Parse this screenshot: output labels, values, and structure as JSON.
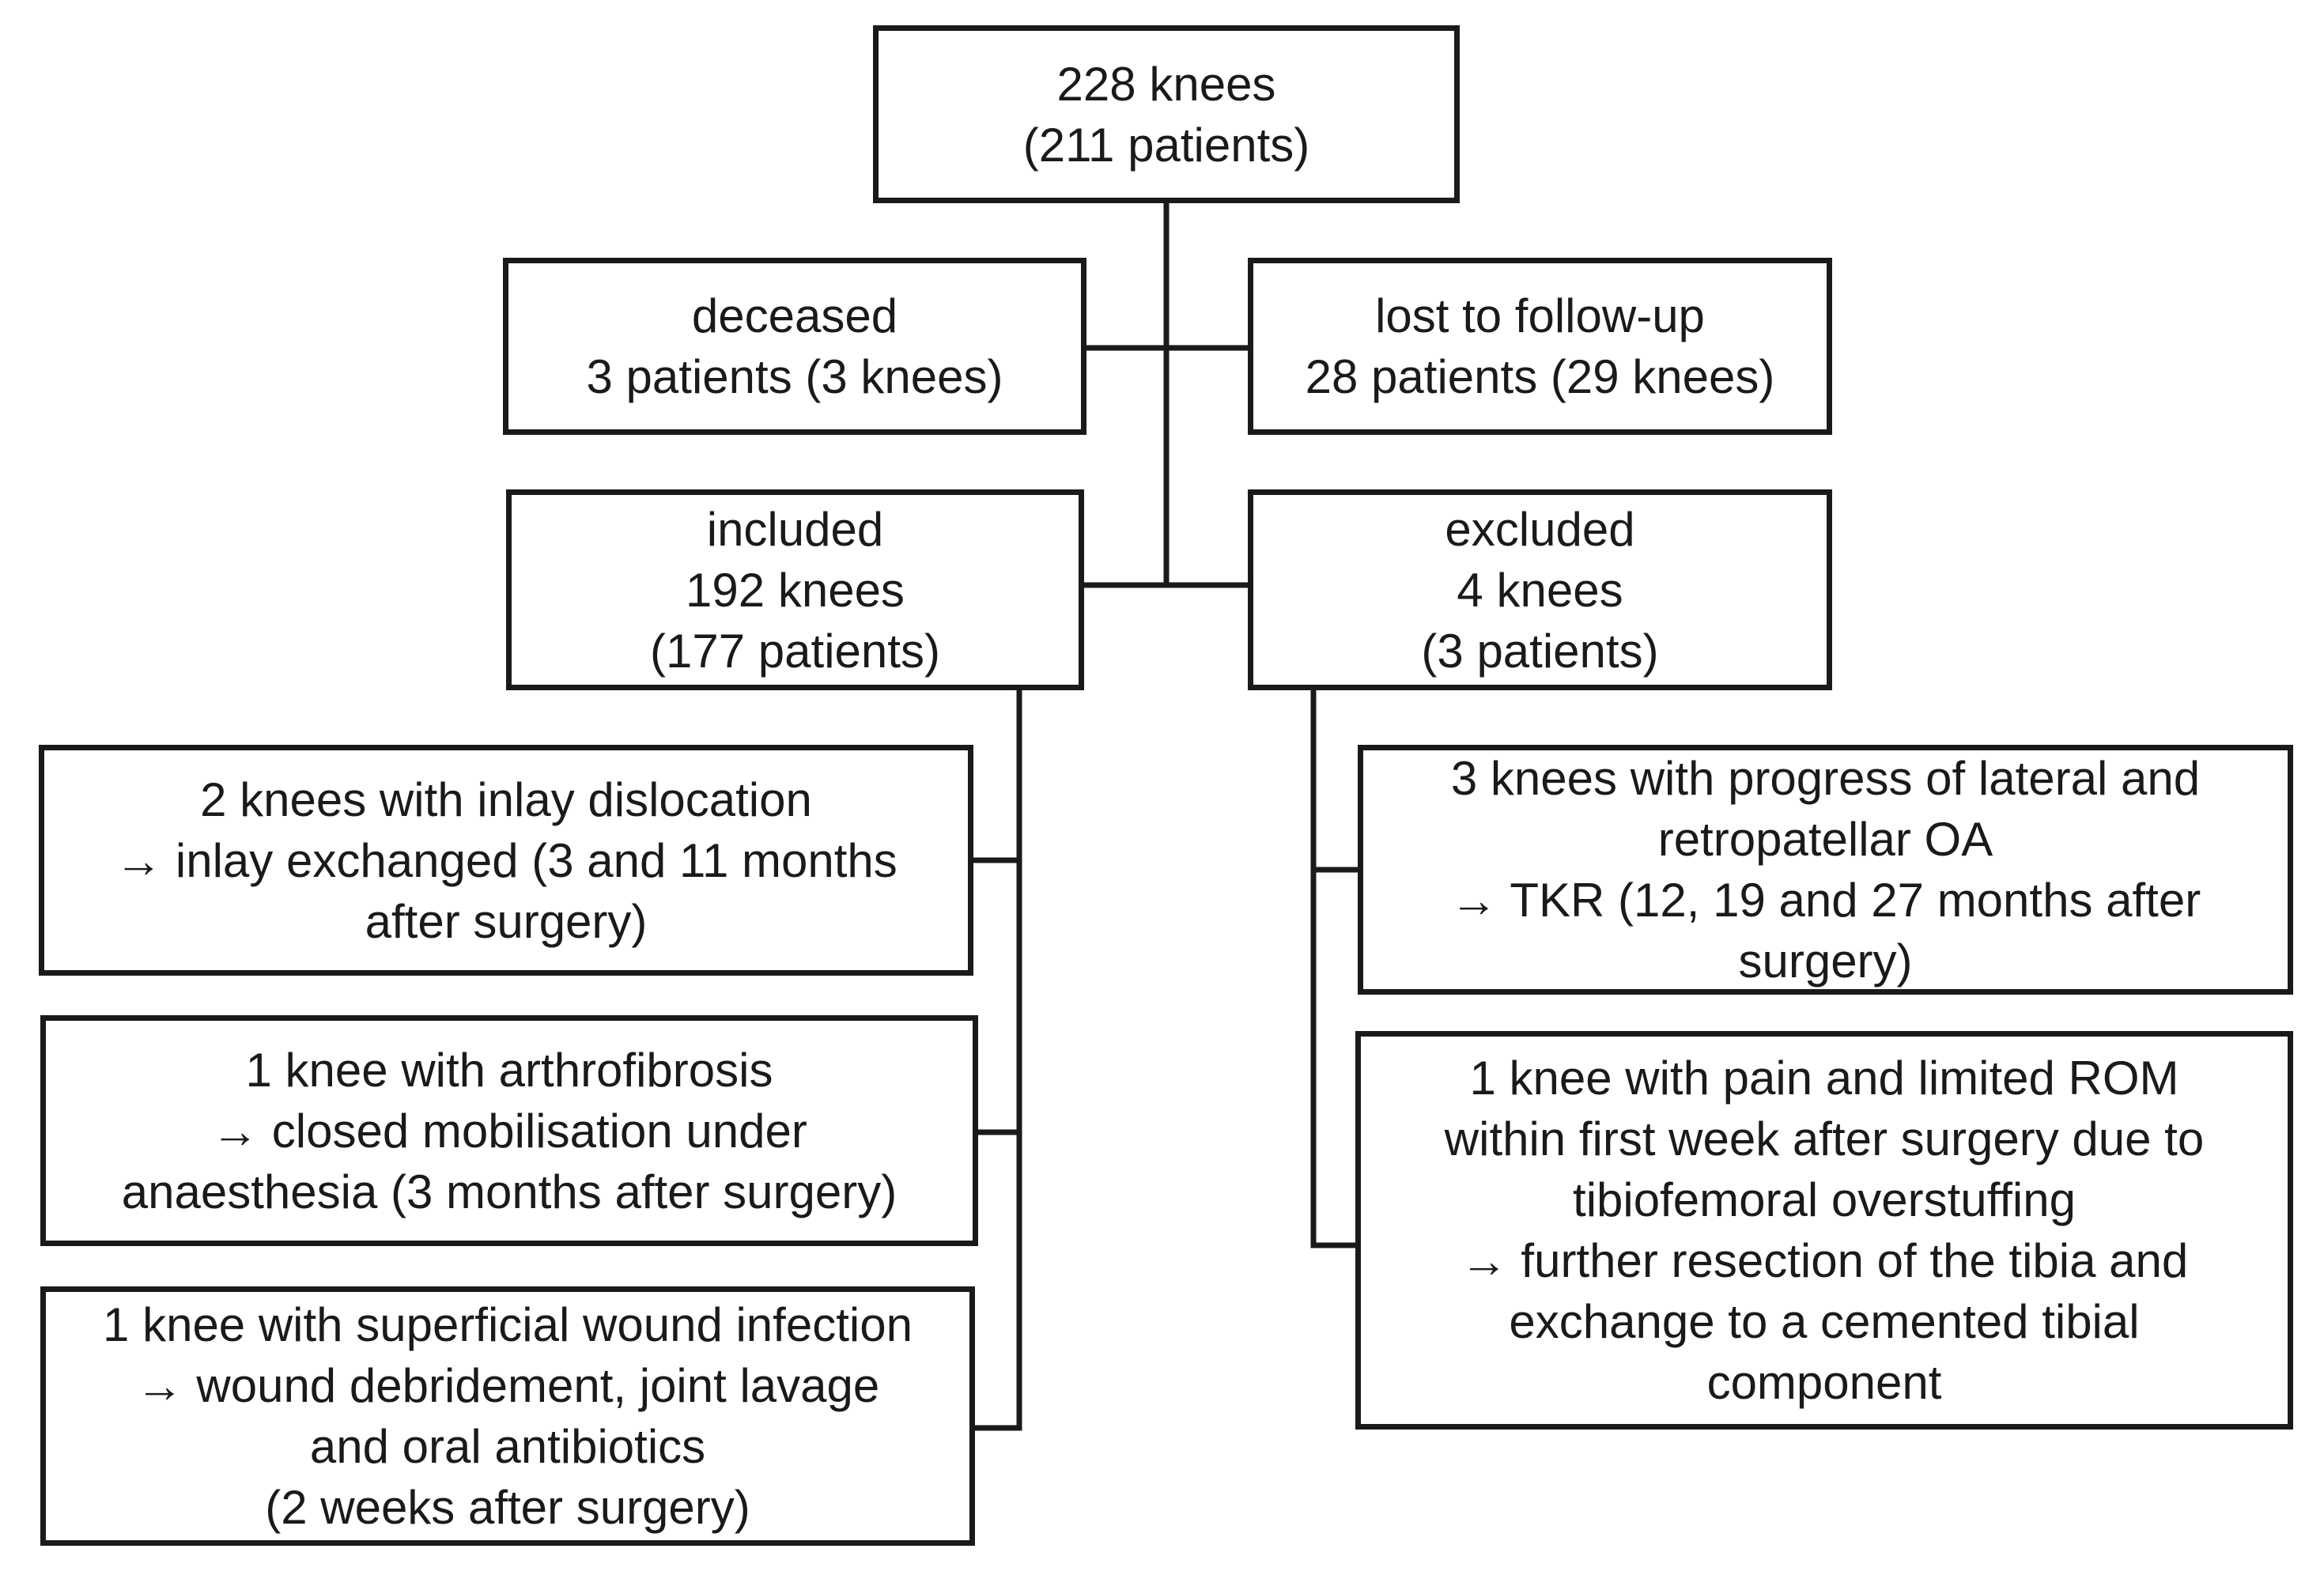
{
  "flowchart": {
    "top": {
      "line1": "228 knees",
      "line2": "(211 patients)"
    },
    "deceased": {
      "line1": "deceased",
      "line2": "3 patients (3 knees)"
    },
    "lost": {
      "line1": "lost to follow-up",
      "line2": "28 patients (29 knees)"
    },
    "included": {
      "line1": "included",
      "line2": "192 knees",
      "line3": "(177 patients)"
    },
    "excluded": {
      "line1": "excluded",
      "line2": "4 knees",
      "line3": "(3 patients)"
    },
    "left_items": [
      {
        "lines": [
          "2 knees with inlay dislocation",
          "→ inlay exchanged (3 and 11 months",
          "after surgery)"
        ]
      },
      {
        "lines": [
          "1 knee with arthrofibrosis",
          "→ closed mobilisation under",
          "anaesthesia  (3 months after surgery)"
        ]
      },
      {
        "lines": [
          "1 knee with superficial wound infection",
          "→ wound debridement, joint lavage",
          "and oral antibiotics",
          "(2 weeks after surgery)"
        ]
      }
    ],
    "right_items": [
      {
        "lines": [
          "3 knees with progress of lateral and",
          "retropatellar OA",
          "→ TKR (12, 19 and 27 months after",
          "surgery)"
        ]
      },
      {
        "lines": [
          "1 knee with pain and limited ROM",
          "within first week after surgery due to",
          "tibiofemoral overstuffing",
          "→ further resection of the tibia and",
          "exchange to a cemented tibial",
          "component"
        ]
      }
    ]
  },
  "colors": {
    "line": "#1a1a1a",
    "background": "#ffffff"
  }
}
